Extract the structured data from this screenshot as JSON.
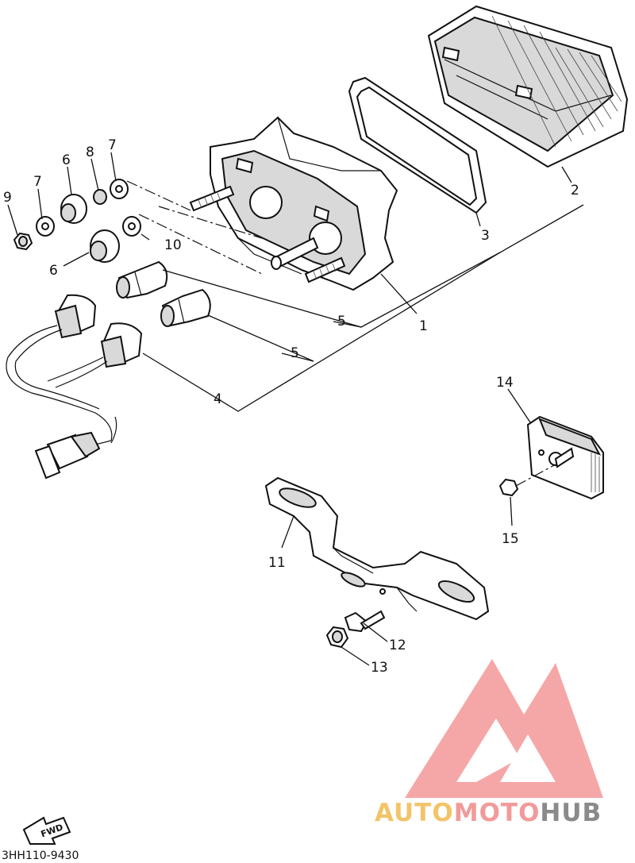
{
  "callouts": {
    "c1": "1",
    "c2": "2",
    "c3": "3",
    "c4": "4",
    "c5a": "5",
    "c5b": "5",
    "c6a": "6",
    "c6b": "6",
    "c7a": "7",
    "c7b": "7",
    "c8": "8",
    "c9": "9",
    "c10": "10",
    "c11": "11",
    "c12": "12",
    "c13": "13",
    "c14": "14",
    "c15": "15"
  },
  "fwd_label": "FWD",
  "diagram_code": "3HH110-9430",
  "watermark": {
    "part1": "AUTO",
    "part2": "MOTO",
    "part3": "HUB",
    "colors": {
      "auto": "#f2c46a",
      "moto": "#f29a9a",
      "hub": "#8a8a8a",
      "logo": "#f28a8a"
    }
  }
}
